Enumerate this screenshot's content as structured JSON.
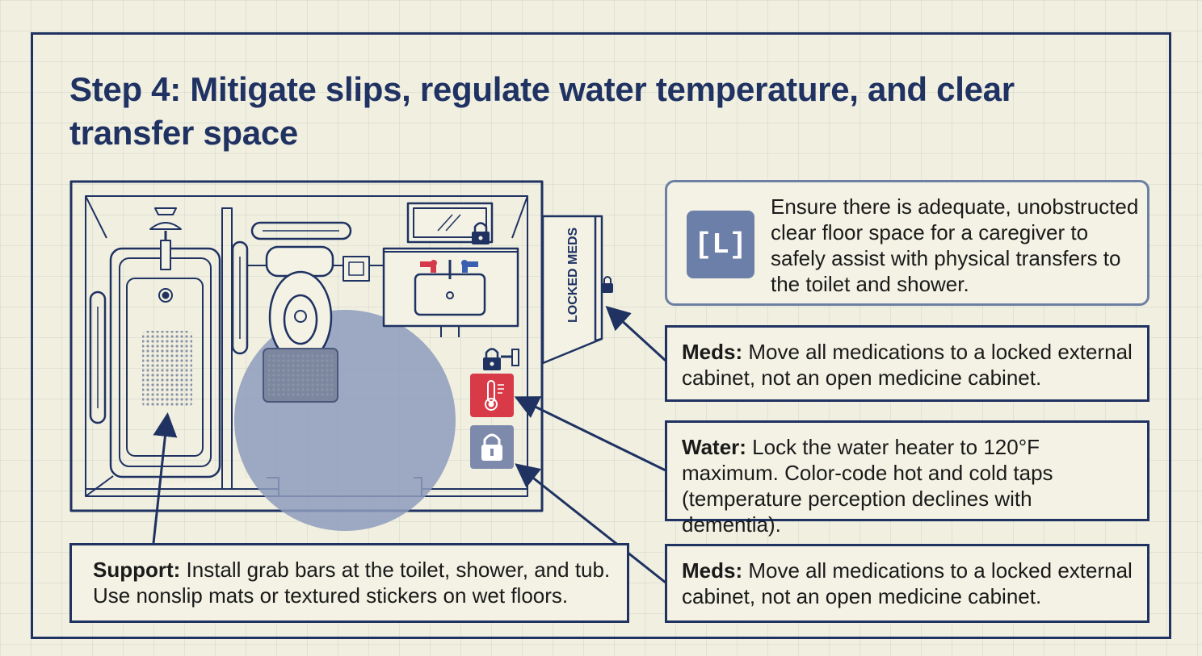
{
  "title": "Step 4: Mitigate slips, regulate water temperature, and clear transfer space",
  "plan": {
    "cabinet_label": "LOCKED MEDS"
  },
  "note": {
    "icon_label": "[L]",
    "text": "Ensure there is adequate, unobstructed clear floor space for a caregiver to safely assist with physical transfers to the toilet and shower."
  },
  "callouts": {
    "meds_top": {
      "label": "Meds:",
      "text": " Move all medications to a locked external cabinet, not an open medicine cabinet."
    },
    "water": {
      "label": "Water:",
      "text": " Lock the water heater to 120°F maximum. Color-code hot and cold taps (temperature perception declines with dementia)."
    },
    "meds_bottom": {
      "label": "Meds:",
      "text": " Move all medications to a locked external cabinet, not an open medicine cabinet."
    },
    "support": {
      "label": "Support:",
      "text": " Install grab bars at the toilet, shower, and tub. Use nonslip mats or textured stickers on wet floors."
    }
  },
  "colors": {
    "navy": "#1f3262",
    "hot_tap": "#d63a4a",
    "cold_tap": "#3a5fb0",
    "clear_space": "#8e9cbc",
    "thermostat": "#d83a48",
    "lock_tile": "#7d8aab"
  },
  "icons": [
    "shower-head-icon",
    "lock-icon",
    "thermometer-icon",
    "padlock-icon",
    "note-icon"
  ]
}
